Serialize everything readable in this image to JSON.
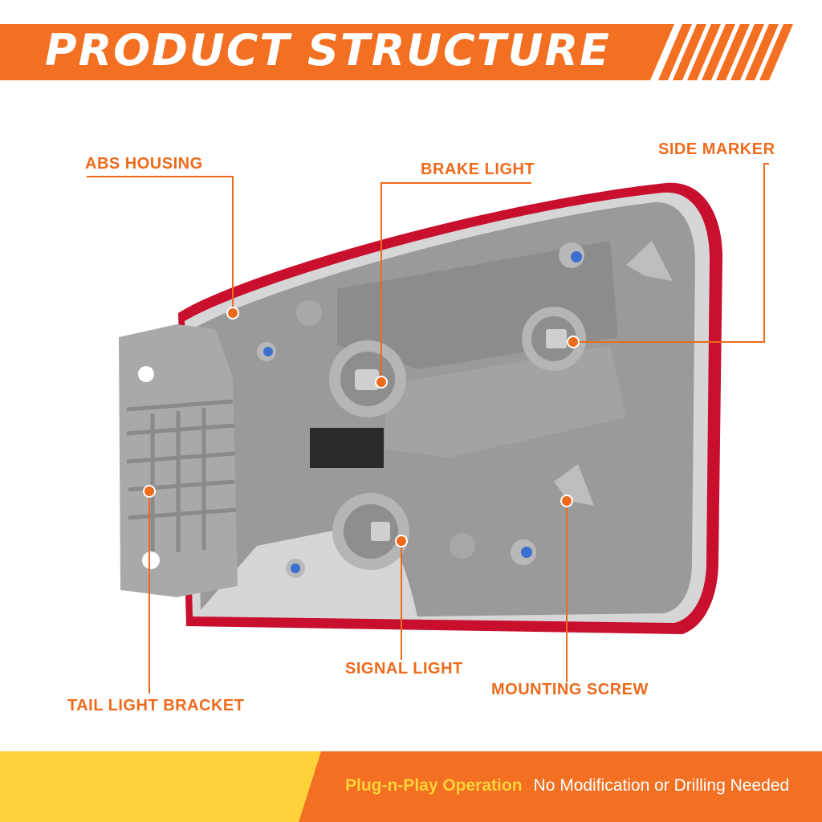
{
  "header": {
    "title": "PRODUCT STRUCTURE"
  },
  "callouts": {
    "abs_housing": "ABS HOUSING",
    "brake_light": "BRAKE LIGHT",
    "side_marker": "SIDE MARKER",
    "tail_light_bracket": "TAIL LIGHT BRACKET",
    "signal_light": "SIGNAL LIGHT",
    "mounting_screw": "MOUNTING SCREW"
  },
  "footer": {
    "highlight": "Plug-n-Play Operation",
    "text": "No Modification or Drilling Needed"
  },
  "colors": {
    "accent": "#ee6a1c",
    "banner_orange": "#f36f21",
    "highlight_yellow": "#ffd23a",
    "housing_gray": "#9a9a9a",
    "lens_red": "#c8102e"
  },
  "icons": [
    "screw-icon",
    "bulb-socket-icon",
    "stripes-decoration"
  ]
}
